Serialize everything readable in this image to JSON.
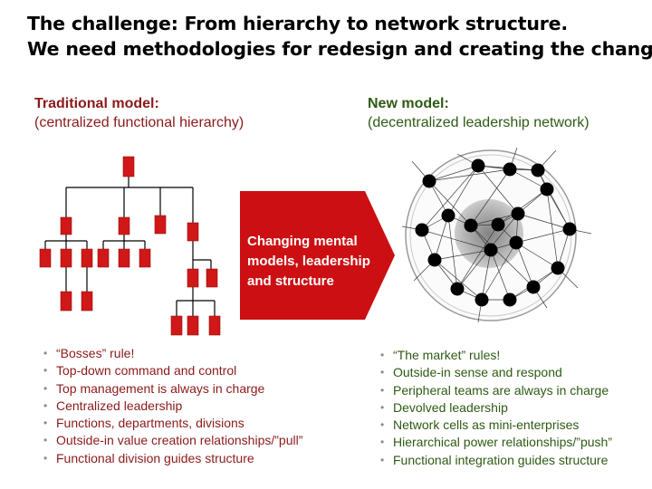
{
  "title": {
    "line1": "The challenge: From hierarchy to network structure.",
    "line2": "We need methodologies for redesign and creating the change!"
  },
  "traditional": {
    "heading": "Traditional model:",
    "subheading": "(centralized functional hierarchy)",
    "bullets": [
      "“Bosses” rule!",
      "Top-down command and control",
      "Top management is always in charge",
      "Centralized leadership",
      "Functions, departments, divisions",
      "Outside-in value creation relationships/”pull”",
      "Functional division guides structure"
    ]
  },
  "new_model": {
    "heading": "New model:",
    "subheading": "(decentralized leadership network)",
    "bullets": [
      "“The market” rules!",
      "Outside-in sense and respond",
      "Peripheral teams are always in charge",
      "Devolved leadership",
      "Network cells as mini-enterprises",
      "Hierarchical power relationships/”push”",
      "Functional integration guides structure"
    ]
  },
  "arrow": {
    "lines": [
      "Changing mental",
      "models, leadership",
      "and structure"
    ]
  },
  "colors": {
    "hierarchy_red": "#d01818",
    "arrow_red": "#cc0f12",
    "traditional_text": "#8b1a1a",
    "new_model_text": "#2e5a14",
    "network_node": "#000000"
  }
}
